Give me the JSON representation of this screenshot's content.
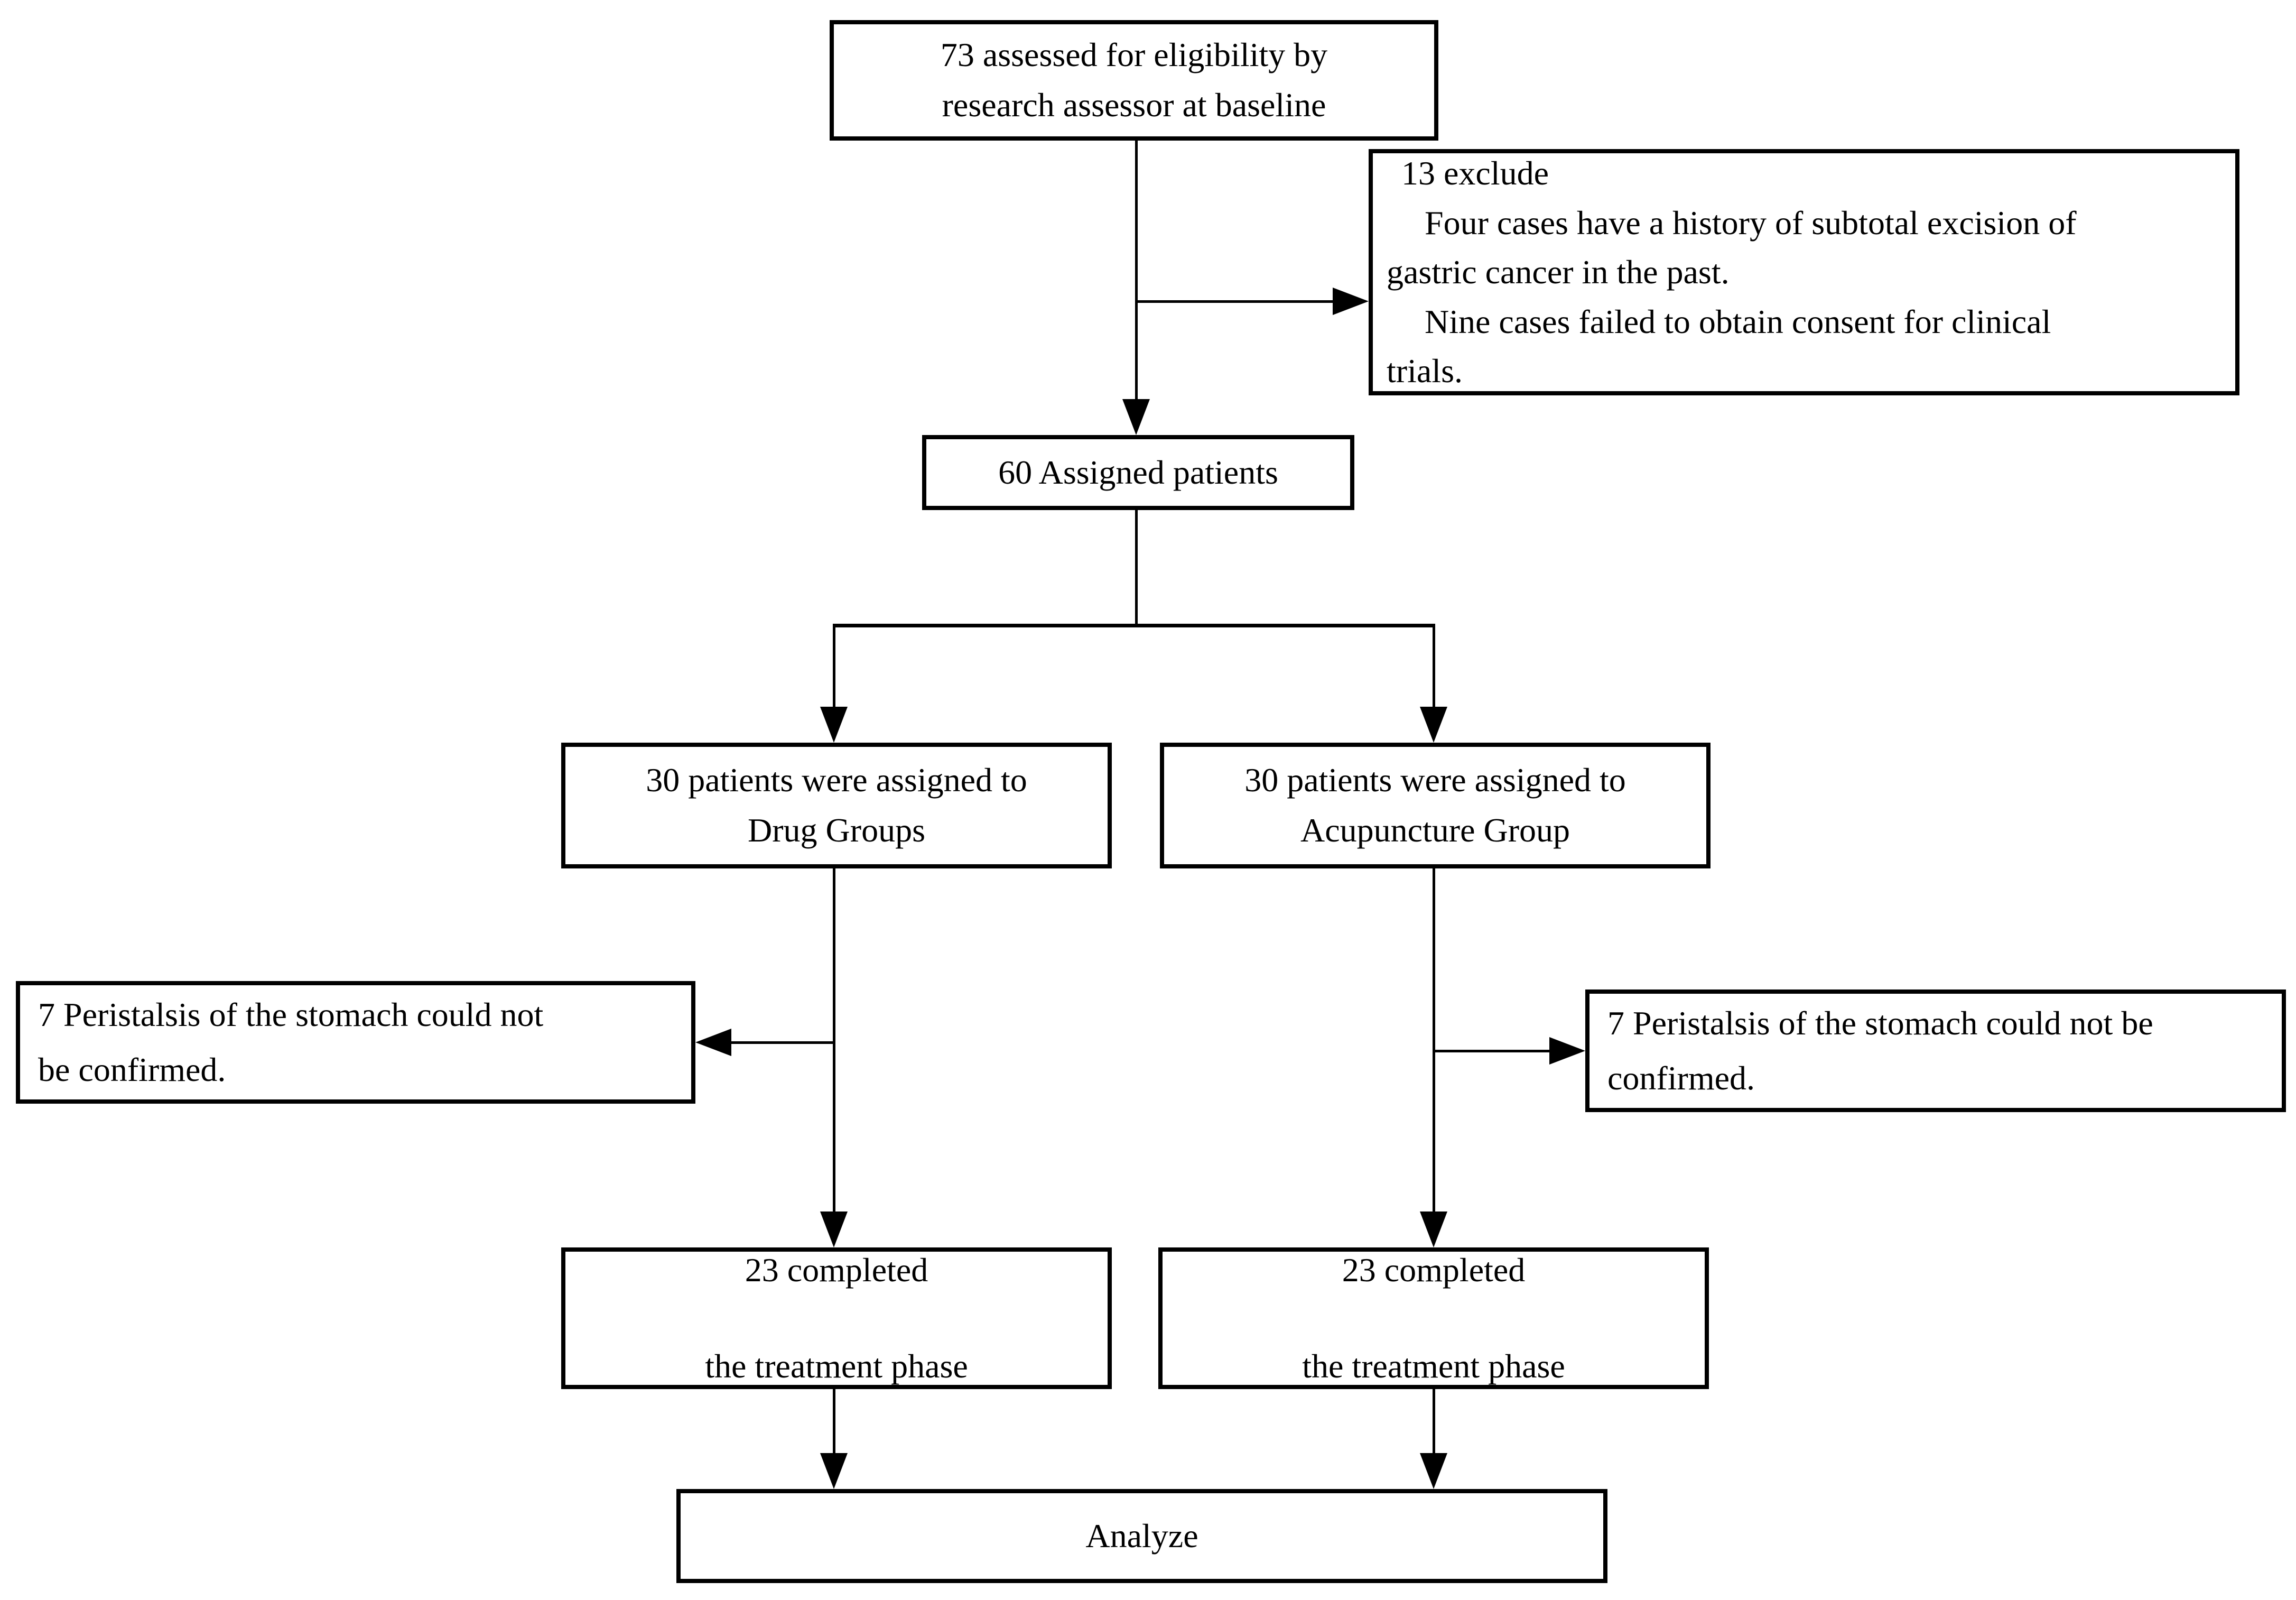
{
  "diagram": {
    "type": "flowchart",
    "background_color": "#ffffff",
    "line_color": "#000000",
    "boxes": {
      "eligibility": {
        "lines": [
          "73 assessed for eligibility by",
          "research assessor at baseline"
        ]
      },
      "excluded": {
        "lines": [
          "13 exclude",
          "Four cases have a history of subtotal excision of",
          "gastric cancer in the past.",
          "Nine cases failed to obtain consent for clinical",
          "trials."
        ]
      },
      "assigned": {
        "lines": [
          "60 Assigned patients"
        ]
      },
      "drug_group": {
        "lines": [
          "30 patients were assigned to",
          "Drug Groups"
        ]
      },
      "acupuncture_group": {
        "lines": [
          "30 patients were assigned to",
          "Acupuncture Group"
        ]
      },
      "drug_dropout": {
        "lines": [
          "7 Peristalsis of the stomach could not",
          "be confirmed."
        ]
      },
      "acupuncture_dropout": {
        "lines": [
          "7 Peristalsis of the stomach could not be",
          "confirmed."
        ]
      },
      "drug_completed": {
        "lines": [
          "23 completed",
          "the treatment phase"
        ]
      },
      "acupuncture_completed": {
        "lines": [
          "23 completed",
          "the treatment phase"
        ]
      },
      "analyze": {
        "lines": [
          "Analyze"
        ]
      }
    }
  }
}
